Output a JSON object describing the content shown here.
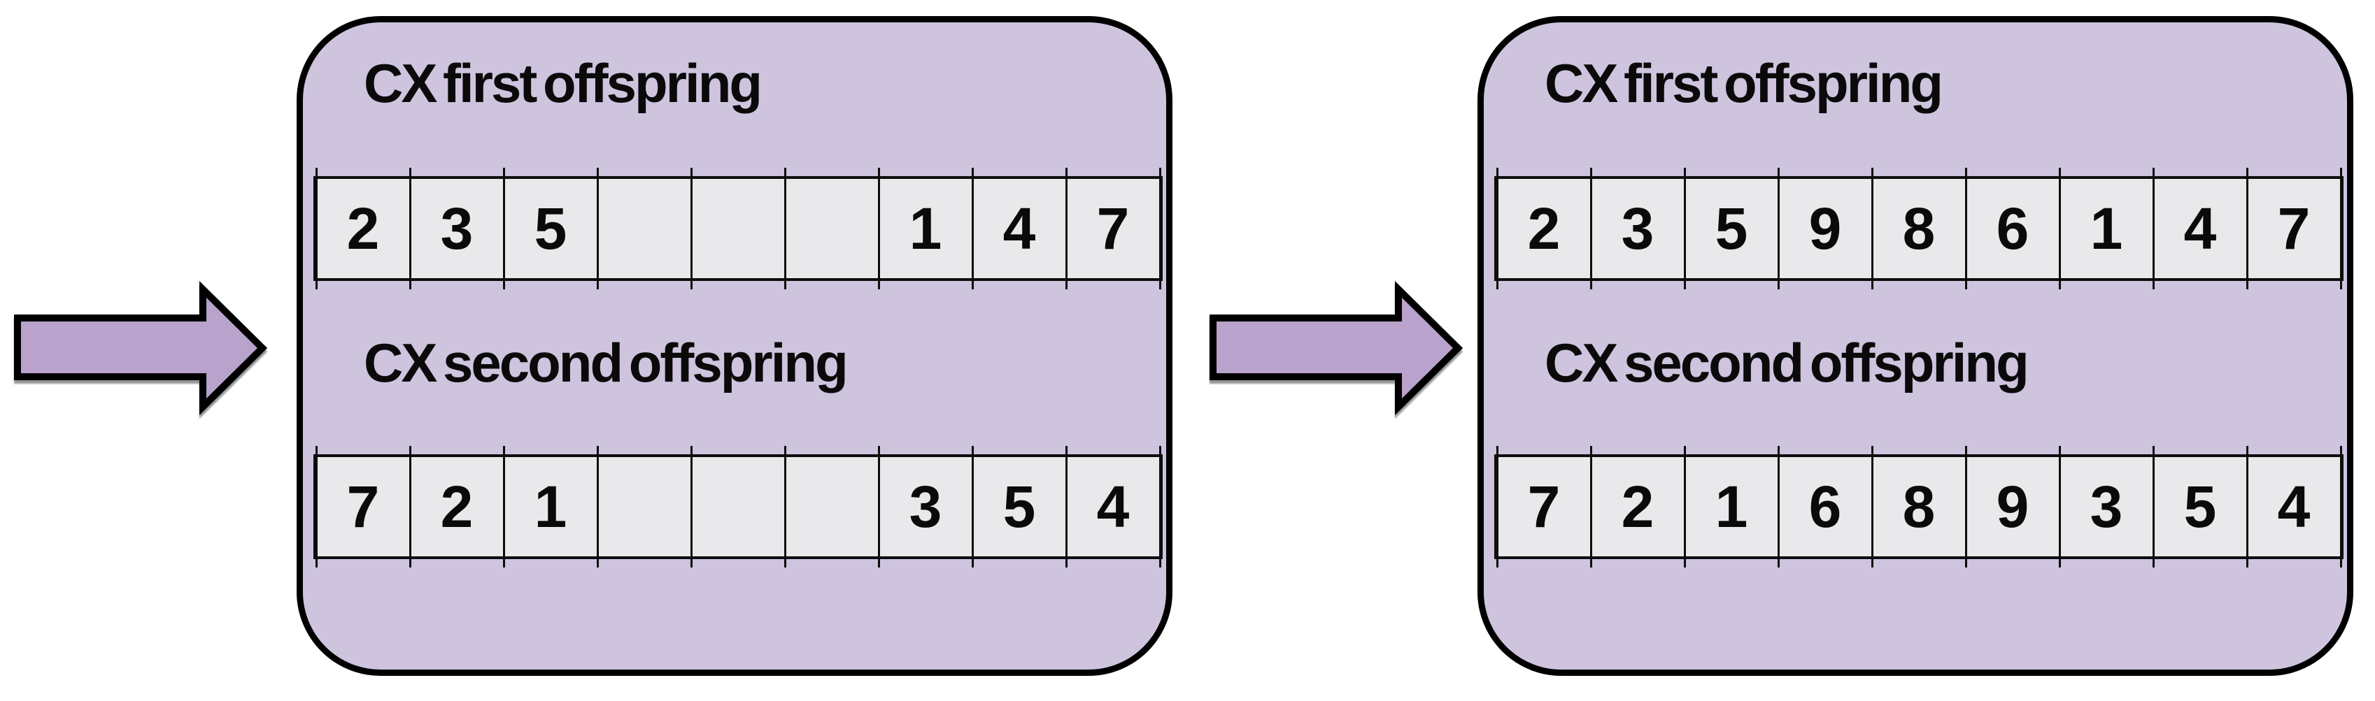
{
  "figure": {
    "description_labels": {
      "first_offspring": "CX first offspring",
      "second_offspring": "CX second offspring"
    },
    "colors": {
      "panel_fill": "#cec4de",
      "panel_border": "#000000",
      "cell_fill": "#e9e8ea",
      "cell_border": "#0d0d0d",
      "arrow_fill": "#b9a2cb",
      "arrow_border": "#000000",
      "text_color": "#0a0a0a"
    },
    "panels": [
      {
        "first_label": "CX first offspring",
        "second_label": "CX second offspring",
        "first_row": [
          "2",
          "3",
          "5",
          "",
          "",
          "",
          "1",
          "4",
          "7"
        ],
        "second_row": [
          "7",
          "2",
          "1",
          "",
          "",
          "",
          "3",
          "5",
          "4"
        ]
      },
      {
        "first_label": "CX first offspring",
        "second_label": "CX second offspring",
        "first_row": [
          "2",
          "3",
          "5",
          "9",
          "8",
          "6",
          "1",
          "4",
          "7"
        ],
        "second_row": [
          "7",
          "2",
          "1",
          "6",
          "8",
          "9",
          "3",
          "5",
          "4"
        ]
      }
    ],
    "arrows": [
      {
        "name": "arrow-into-partial-offspring"
      },
      {
        "name": "arrow-into-complete-offspring"
      }
    ]
  }
}
